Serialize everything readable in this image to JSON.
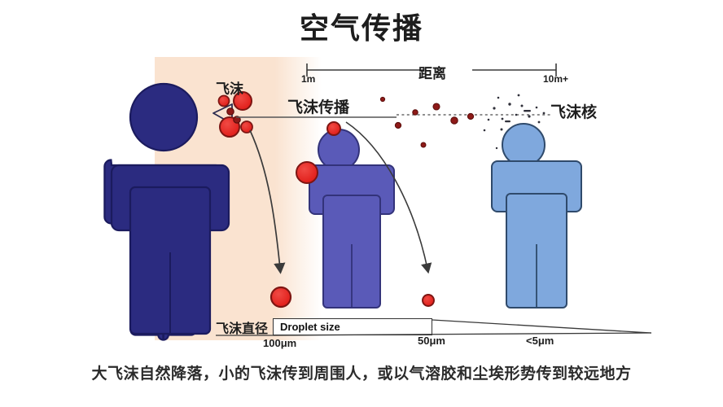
{
  "page": {
    "title": "空气传播",
    "caption": "大飞沫自然降落，小的飞沫传到周围人，或以气溶胶和尘埃形势传到较远地方",
    "background_color": "#ffffff",
    "near_zone_color": "#fae3d0"
  },
  "distance_ruler": {
    "label": "距离",
    "left_tick": "1m",
    "right_tick": "10m+"
  },
  "size_ruler": {
    "label": "飞沫直径",
    "box_label": "Droplet size",
    "ticks": [
      "100μm",
      "50μm",
      "<5μm"
    ]
  },
  "annotations": {
    "droplet": "飞沫",
    "droplet_transmission": "飞沫传播",
    "droplet_nuclei": "飞沫核"
  },
  "figures": [
    {
      "name": "source-person",
      "color": "#2b2b80",
      "outline": "#1b1b5e",
      "description": "large dark navy figure emitting droplets"
    },
    {
      "name": "near-person",
      "color": "#5a5ab8",
      "outline": "#33337a",
      "description": "medium blue-violet figure at 1m hit by droplets"
    },
    {
      "name": "far-person",
      "color": "#7fa8dd",
      "outline": "#2f4a6b",
      "description": "light blue figure at 10m+ surrounded by droplet nuclei"
    }
  ],
  "colors": {
    "droplet_fill": "#e52320",
    "droplet_stroke": "#7e1512",
    "small_droplet": "#8e1a18",
    "rule_line": "#3a3a3a"
  }
}
